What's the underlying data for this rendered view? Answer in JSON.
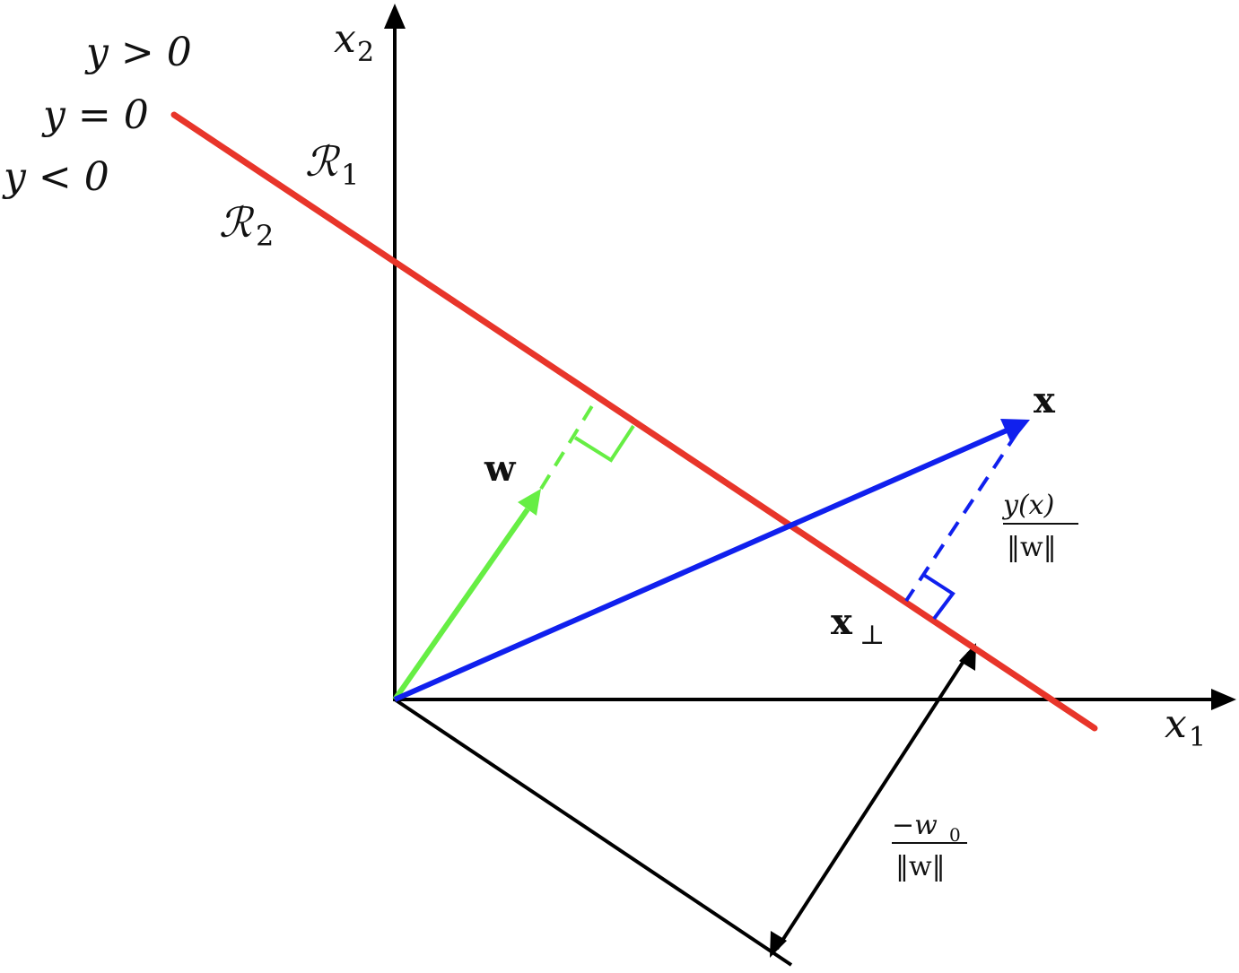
{
  "labels": {
    "y_pos": "y > 0",
    "y_zero": "y = 0",
    "y_neg": "y < 0",
    "R1": "ℛ",
    "R1_sub": "1",
    "R2": "ℛ",
    "R2_sub": "2",
    "x2": "x",
    "x2_sub": "2",
    "x1": "x",
    "x1_sub": "1",
    "w": "w",
    "x": "x",
    "xperp": "x",
    "xperp_sub": "⊥",
    "yx_num": "y(x)",
    "yx_den": "‖w‖",
    "w0_num": "−w",
    "w0_num_sub": "0",
    "w0_den": "‖w‖"
  },
  "colors": {
    "axis": "#000000",
    "boundary": "#e8352a",
    "w_vector": "#66ee44",
    "x_vector": "#1020ee",
    "text": "#111111"
  }
}
